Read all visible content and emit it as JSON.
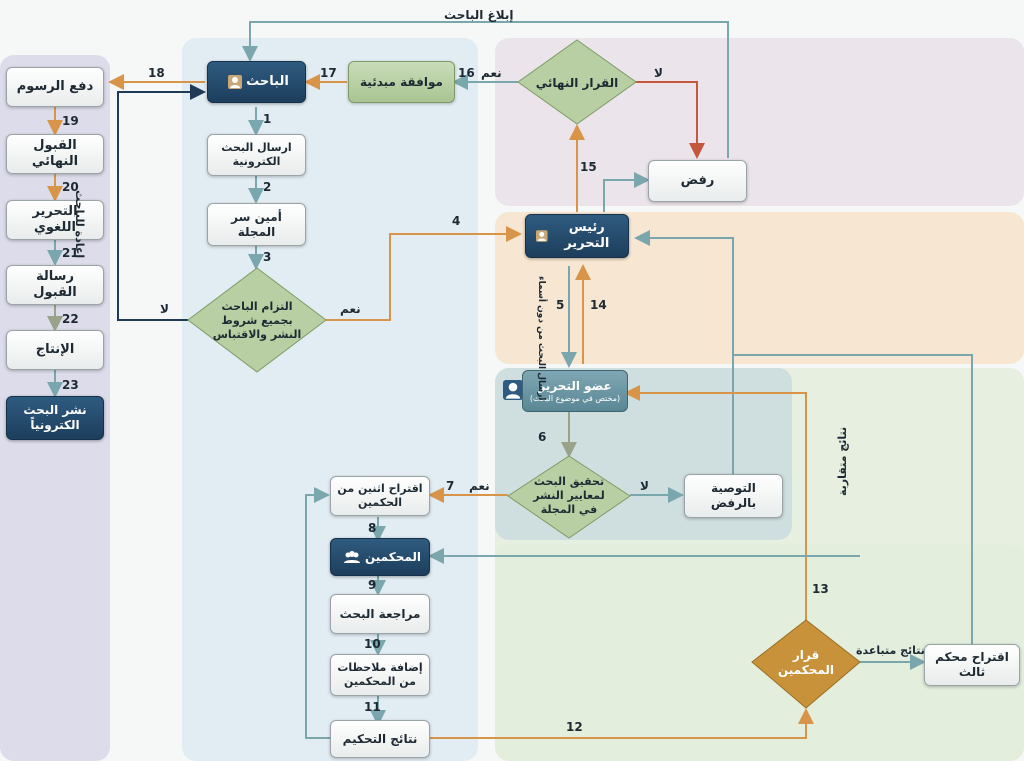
{
  "nodes": {
    "pay_fees": "دفع الرسوم",
    "final_accept": "القبول النهائي",
    "language_edit": "التحرير اللغوي",
    "accept_letter": "رسالة القبول",
    "production": "الإنتاج",
    "publish": "نشر البحث الكترونياً",
    "researcher": "الباحث",
    "submit": "ارسال البحث الكترونية",
    "secretary": "أمين سر المجلة",
    "commitment": "التزام الباحث بجميع شروط النشر والاقتباس",
    "initial_approval": "موافقة مبدئية",
    "final_decision": "القرار النهائي",
    "reject": "رفض",
    "editor_in_chief": "رئيس التحرير",
    "editorial_member": "عضو التحرير",
    "editorial_member_sub": "(مختص في موضوع البحث)",
    "verify": "تحقيق البحث لمعايير النشر في المجلة",
    "recommend_reject": "التوصية بالرفض",
    "propose_two": "اقتراح اثنين من الحكمين",
    "reviewers": "المحكمين",
    "review": "مراجعة البحث",
    "add_notes": "إضافة ملاحظات من المحكمين",
    "results": "نتائج التحكيم",
    "reviewers_decision": "قرار المحكمين",
    "third_reviewer": "اقتراح محكم ثالث"
  },
  "labels": {
    "notify_researcher": "إبلاغ الباحث",
    "yes": "نعم",
    "no": "لا",
    "return_to_researcher": "إعادة للباحث",
    "send_without_names": "ارسال البحث من دون أسماء",
    "close_results": "نتائج متقاربة",
    "divergent_results": "نتائج متباعدة"
  },
  "step_numbers": [
    "1",
    "2",
    "3",
    "4",
    "5",
    "6",
    "7",
    "8",
    "9",
    "10",
    "11",
    "12",
    "13",
    "14",
    "15",
    "16",
    "17",
    "18",
    "19",
    "20",
    "21",
    "22",
    "23"
  ],
  "colors": {
    "dark_node": "#1d3e5c",
    "orange_arrow": "#d8954a",
    "teal_arrow": "#7aa6ad",
    "navy_arrow": "#1f3a57",
    "red_arrow": "#c4573c",
    "green_diamond": "#b7cfa3",
    "gold_diamond": "#c8923a"
  }
}
